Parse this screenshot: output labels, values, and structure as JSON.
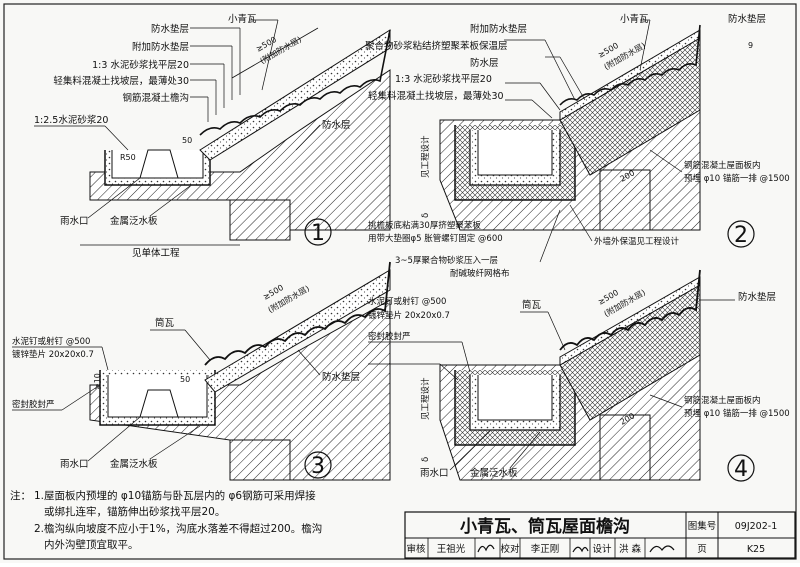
{
  "d1": {
    "labels": [
      "防水垫层",
      "附加防水垫层",
      "1:3 水泥砂浆找平层20",
      "轻集料混凝土找坡层，最薄处30",
      "钢筋混凝土檐沟"
    ],
    "tile": "小青瓦",
    "mortar": "1:2.5水泥砂浆20",
    "dim_len": "≥500",
    "dim_note": "(附加防水层)",
    "r": "R50",
    "d50": "50",
    "wp": "防水层",
    "outlet": "雨水口",
    "flash": "金属泛水板",
    "note_below": "见单体工程",
    "num": "1"
  },
  "d2": {
    "labels": [
      "附加防水垫层",
      "聚合物砂浆粘结挤塑聚苯板保温层",
      "防水层",
      "1:3 水泥砂浆找平层20",
      "轻集料混凝土找坡层，最薄处30"
    ],
    "tile": "小青瓦",
    "wp_top": "防水垫层",
    "dim_len": "≥500",
    "dim_note": "(附加防水层)",
    "d9": "9",
    "d200": "200",
    "side_note": "见工程设计",
    "delta": "δ",
    "slab1": "钢筋混凝土屋面板内",
    "slab2": "预埋 φ10 锚筋一排 @1500",
    "sheet1": "挑檐板底粘满30厚挤塑聚苯板",
    "sheet2": "用带大垫圈φ5 胀管螺钉固定 @600",
    "ins": "外墙外保温见工程设计",
    "mesh1": "3~5厚聚合物砂浆压入一层",
    "mesh2": "耐碱玻纤网格布",
    "num": "2"
  },
  "d3": {
    "nail": "水泥钉或射钉 @500",
    "washer": "镀锌垫片 20x20x0.7",
    "seal": "密封胶封严",
    "tile": "筒瓦",
    "dim_len": "≥500",
    "dim_note": "(附加防水层)",
    "wp": "防水垫层",
    "d10": "≥10",
    "d50": "50",
    "outlet": "雨水口",
    "flash": "金属泛水板",
    "num": "3"
  },
  "d4": {
    "nail": "水泥钉或射钉 @500",
    "washer": "镀锌垫片 20x20x0.7",
    "seal": "密封胶封严",
    "tile": "筒瓦",
    "dim_len": "≥500",
    "dim_note": "(附加防水层)",
    "wp": "防水垫层",
    "side_note": "见工程设计",
    "delta": "δ",
    "d200": "200",
    "slab1": "钢筋混凝土屋面板内",
    "slab2": "预埋 φ10 锚筋一排 @1500",
    "outlet": "雨水口",
    "flash": "金属泛水板",
    "num": "4"
  },
  "notes": {
    "head": "注：",
    "n1a": "1.屋面板内预埋的 φ10锚筋与卧瓦层内的 φ6钢筋可采用焊接",
    "n1b": "或绑扎连牢，锚筋伸出砂浆找平层20。",
    "n2a": "2.檐沟纵向坡度不应小于1%，沟底水落差不得超过200。檐沟",
    "n2b": "内外沟壁顶宜取平。"
  },
  "title_block": {
    "title": "小青瓦、筒瓦屋面檐沟",
    "atlas_label": "图集号",
    "atlas_no": "09J202-1",
    "review": "审核",
    "reviewer": "王祖光",
    "check": "校对",
    "checker": "李正刚",
    "design": "设计",
    "designer": "洪 森",
    "page_label": "页",
    "page_no": "K25"
  }
}
